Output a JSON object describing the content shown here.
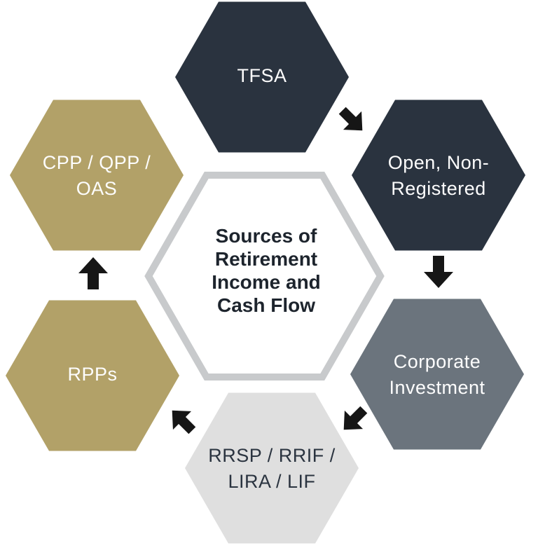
{
  "title": "Sources of Retirement Income and Cash Flow",
  "colors": {
    "dark_navy": "#2a333f",
    "slate_gray": "#6b747d",
    "gold_tan": "#b2a168",
    "light_gray": "#dfdfdf",
    "center_border": "#c8cacc",
    "center_fill": "#ffffff",
    "arrow": "#161616",
    "text_light": "#fdfdfd",
    "text_dark": "#2b3440",
    "title_text": "#1d242d"
  },
  "center": {
    "lines": [
      "Sources of",
      "Retirement",
      "Income and",
      "Cash Flow"
    ]
  },
  "hexagons": [
    {
      "id": "tfsa",
      "label": "TFSA",
      "lines": [
        "TFSA"
      ]
    },
    {
      "id": "open-non-registered",
      "label": "Open, Non-Registered",
      "lines": [
        "Open, Non-",
        "Registered"
      ]
    },
    {
      "id": "corporate-investment",
      "label": "Corporate Investment",
      "lines": [
        "Corporate",
        "Investment"
      ]
    },
    {
      "id": "rrsp-rrif-lira-lif",
      "label": "RRSP / RRIF / LIRA / LIF",
      "lines": [
        "RRSP / RRIF /",
        "LIRA / LIF"
      ]
    },
    {
      "id": "rpps",
      "label": "RPPs",
      "lines": [
        "RPPs"
      ]
    },
    {
      "id": "cpp-qpp-oas",
      "label": "CPP / QPP / OAS",
      "lines": [
        "CPP / QPP /",
        "OAS"
      ]
    }
  ],
  "flow_order": [
    "TFSA",
    "Open, Non-Registered",
    "Corporate Investment",
    "RRSP / RRIF / LIRA / LIF",
    "RPPs",
    "CPP / QPP / OAS"
  ]
}
